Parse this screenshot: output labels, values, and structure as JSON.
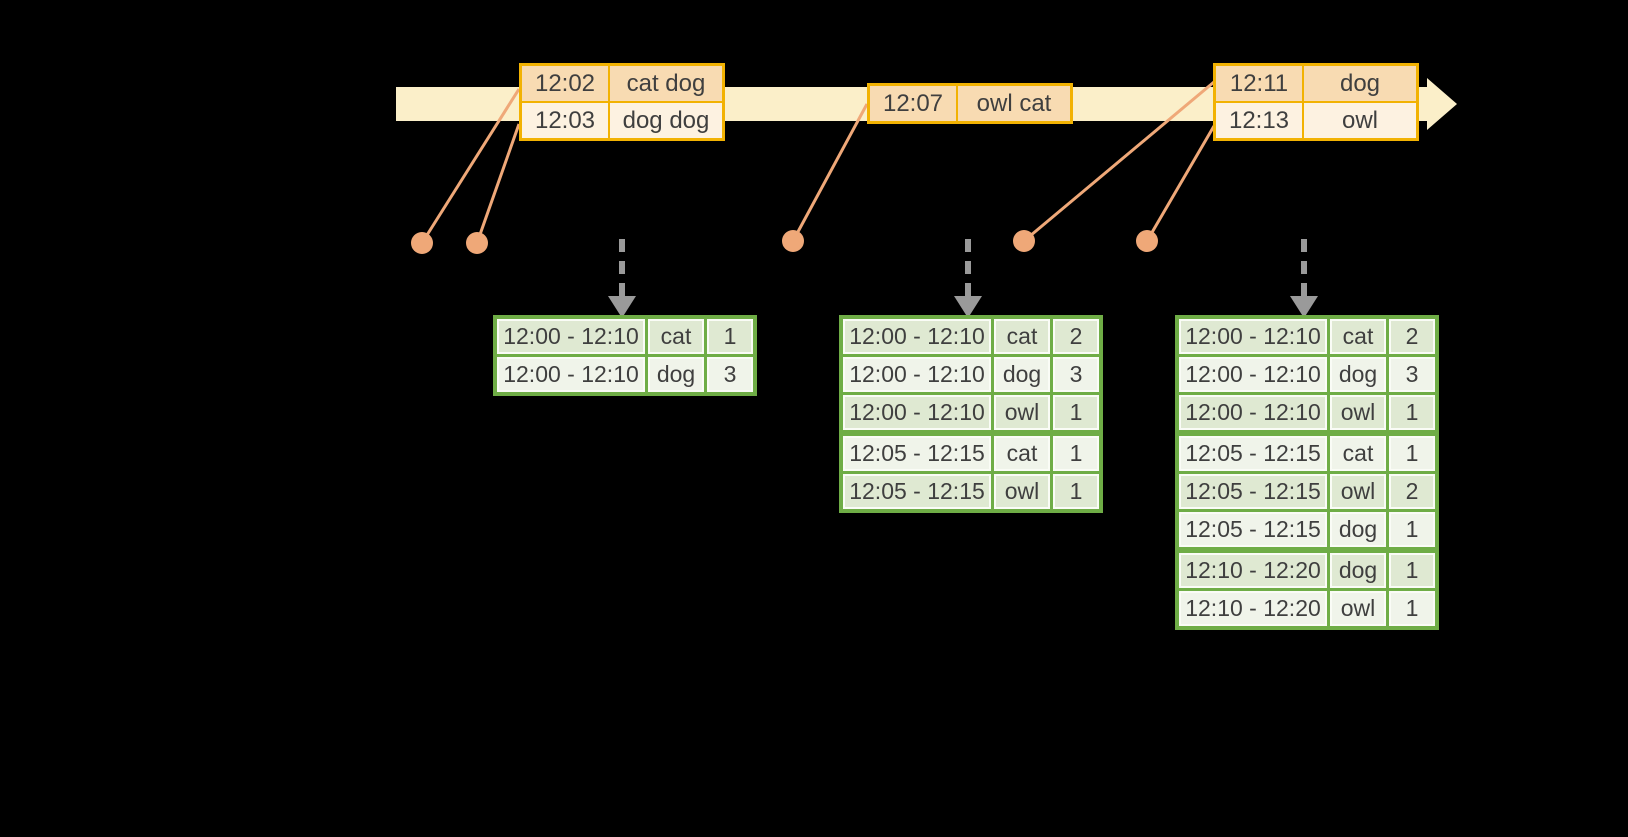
{
  "colors": {
    "background": "#000000",
    "timeline_band": "#FBEFC9",
    "event_border": "#F2B202",
    "event_row_dark": "#F8DBB2",
    "event_row_light": "#FDF2E1",
    "connector": "#EFA878",
    "trigger_arrow": "#9A9A9A",
    "result_border": "#6FAD46",
    "result_row_dark": "#DFE9D2",
    "result_row_light": "#F0F4EA",
    "cell_outline": "#FAFCF6",
    "text": "#3F3F3F"
  },
  "event_tables": [
    {
      "rows": [
        {
          "time": "12:02",
          "words": "cat dog"
        },
        {
          "time": "12:03",
          "words": "dog dog"
        }
      ]
    },
    {
      "rows": [
        {
          "time": "12:07",
          "words": "owl cat"
        }
      ]
    },
    {
      "rows": [
        {
          "time": "12:11",
          "words": "dog"
        },
        {
          "time": "12:13",
          "words": "owl"
        }
      ]
    }
  ],
  "result_tables": [
    {
      "rows": [
        {
          "window": "12:00 - 12:10",
          "word": "cat",
          "count": "1"
        },
        {
          "window": "12:00 - 12:10",
          "word": "dog",
          "count": "3"
        }
      ]
    },
    {
      "rows": [
        {
          "window": "12:00 - 12:10",
          "word": "cat",
          "count": "2"
        },
        {
          "window": "12:00 - 12:10",
          "word": "dog",
          "count": "3"
        },
        {
          "window": "12:00 - 12:10",
          "word": "owl",
          "count": "1"
        },
        {
          "window": "12:05 - 12:15",
          "word": "cat",
          "count": "1"
        },
        {
          "window": "12:05 - 12:15",
          "word": "owl",
          "count": "1"
        }
      ]
    },
    {
      "rows": [
        {
          "window": "12:00 - 12:10",
          "word": "cat",
          "count": "2"
        },
        {
          "window": "12:00 - 12:10",
          "word": "dog",
          "count": "3"
        },
        {
          "window": "12:00 - 12:10",
          "word": "owl",
          "count": "1"
        },
        {
          "window": "12:05 - 12:15",
          "word": "cat",
          "count": "1"
        },
        {
          "window": "12:05 - 12:15",
          "word": "owl",
          "count": "2"
        },
        {
          "window": "12:05 - 12:15",
          "word": "dog",
          "count": "1"
        },
        {
          "window": "12:10 - 12:20",
          "word": "dog",
          "count": "1"
        },
        {
          "window": "12:10 - 12:20",
          "word": "owl",
          "count": "1"
        }
      ]
    }
  ]
}
